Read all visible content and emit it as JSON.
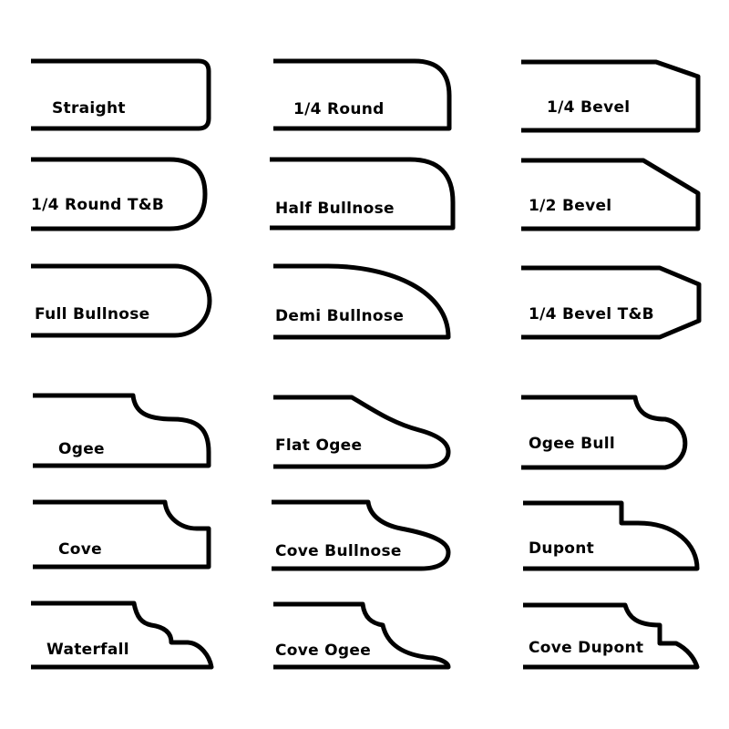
{
  "profiles": [
    {
      "id": "straight",
      "label": "Straight"
    },
    {
      "id": "quarter-round",
      "label": "1/4 Round"
    },
    {
      "id": "quarter-bevel",
      "label": "1/4 Bevel"
    },
    {
      "id": "quarter-round-tb",
      "label": "1/4 Round T&B"
    },
    {
      "id": "half-bullnose",
      "label": "Half Bullnose"
    },
    {
      "id": "half-bevel",
      "label": "1/2 Bevel"
    },
    {
      "id": "full-bullnose",
      "label": "Full Bullnose"
    },
    {
      "id": "demi-bullnose",
      "label": "Demi Bullnose"
    },
    {
      "id": "quarter-bevel-tb",
      "label": "1/4 Bevel T&B"
    },
    {
      "id": "ogee",
      "label": "Ogee"
    },
    {
      "id": "flat-ogee",
      "label": "Flat Ogee"
    },
    {
      "id": "ogee-bull",
      "label": "Ogee Bull"
    },
    {
      "id": "cove",
      "label": "Cove"
    },
    {
      "id": "cove-bullnose",
      "label": "Cove Bullnose"
    },
    {
      "id": "dupont",
      "label": "Dupont"
    },
    {
      "id": "waterfall",
      "label": "Waterfall"
    },
    {
      "id": "cove-ogee",
      "label": "Cove Ogee"
    },
    {
      "id": "cove-dupont",
      "label": "Cove Dupont"
    }
  ]
}
